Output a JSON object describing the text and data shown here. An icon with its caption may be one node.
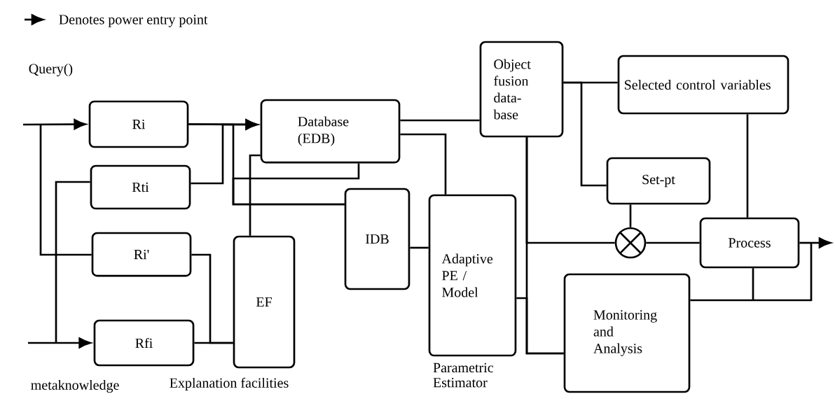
{
  "diagram": {
    "nodes": [
      {
        "text": [
          "Ri"
        ]
      },
      {
        "text": [
          "Rti"
        ]
      },
      {
        "text": [
          "Ri'"
        ]
      },
      {
        "text": [
          "Rfi"
        ]
      },
      {
        "text": [
          "EF"
        ],
        "beside": [
          "Explanation facilities"
        ]
      },
      {
        "text": [
          "Database (EDB)"
        ]
      },
      {
        "text": [
          "IDB"
        ]
      },
      {
        "text": [
          "Adaptive PE / Model"
        ],
        "beside": [
          "Parametric Estimator"
        ]
      },
      {
        "text": [
          "Object fusion data- base"
        ]
      },
      {
        "text": [
          "Selected control variables"
        ]
      },
      {
        "text": [
          "Set-pt"
        ]
      },
      {
        "text": [],
        "shape": "circle"
      },
      {
        "text": [
          "Process"
        ]
      },
      {
        "text": [
          "Monitoring and Analysis"
        ]
      }
    ],
    "edges": [
      {
        "from": null,
        "to": 0,
        "arrow": "to"
      },
      {
        "from": null,
        "to": 2,
        "arrow": "none"
      },
      {
        "from": null,
        "to": 3,
        "arrow": "to"
      },
      {
        "from": null,
        "to": 1,
        "arrow": "none"
      },
      {
        "from": 0,
        "to": 5,
        "arrow": "to"
      },
      {
        "from": 1,
        "to": 5,
        "arrow": "to"
      },
      {
        "from": 5,
        "to": 6,
        "arrow": "none"
      },
      {
        "from": 0,
        "to": 6,
        "arrow": "none"
      },
      {
        "from": 4,
        "to": 5,
        "arrow": "none"
      },
      {
        "from": 2,
        "to": 4,
        "arrow": "none"
      },
      {
        "from": 3,
        "to": 4,
        "arrow": "none"
      },
      {
        "from": 6,
        "to": 7,
        "arrow": "none"
      },
      {
        "from": 5,
        "to": 8,
        "arrow": "none"
      },
      {
        "from": 5,
        "to": 7,
        "arrow": "none"
      },
      {
        "from": 8,
        "to": 9,
        "arrow": "none"
      },
      {
        "from": 8,
        "to": 10,
        "arrow": "none"
      },
      {
        "from": 10,
        "to": 11,
        "arrow": "none"
      },
      {
        "from": 11,
        "to": 12,
        "arrow": "none"
      },
      {
        "from": 9,
        "to": 12,
        "arrow": "none"
      },
      {
        "from": 8,
        "to": 11,
        "arrow": "none"
      },
      {
        "from": 8,
        "to": 13,
        "arrow": "none"
      },
      {
        "from": 7,
        "to": 13,
        "arrow": "none"
      },
      {
        "from": 12,
        "to": 13,
        "arrow": "none"
      },
      {
        "from": 12,
        "to": null,
        "arrow": "to"
      }
    ],
    "labels": [
      "Query()",
      "metaknowledge"
    ],
    "legend": [
      {
        "text": "Denotes power entry point"
      }
    ]
  }
}
